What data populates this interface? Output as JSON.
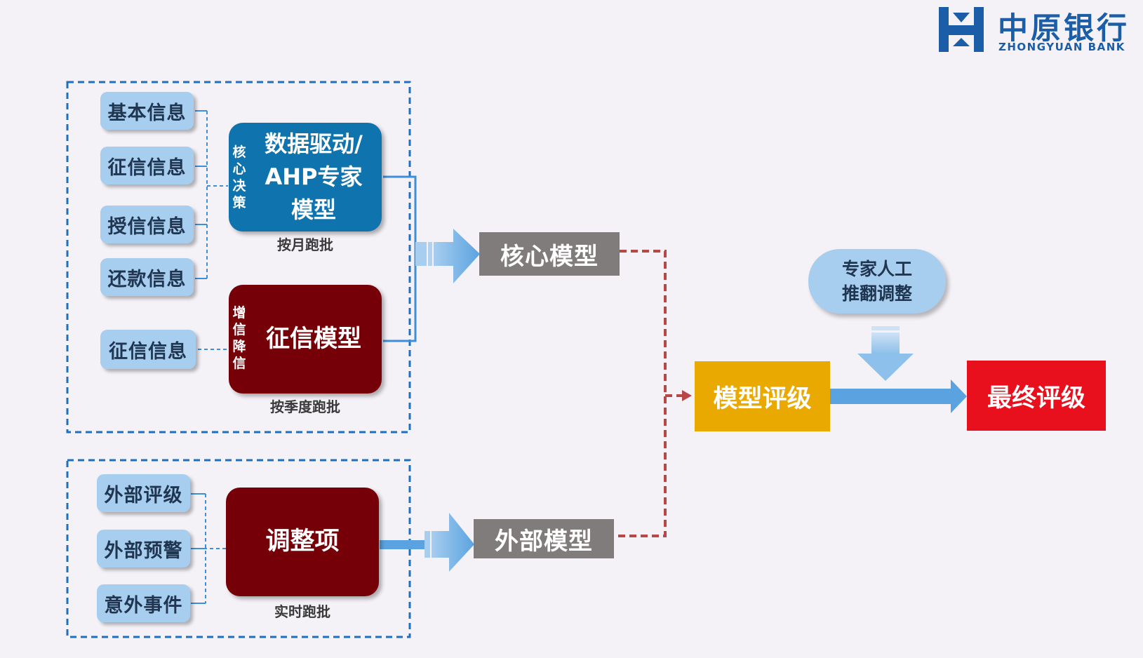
{
  "logo": {
    "name_cn": "中原银行",
    "name_en": "ZHONGYUAN BANK"
  },
  "colors": {
    "blue_model": "#0f73ad",
    "red_model": "#760008",
    "pill": "#a7cdef",
    "grey_box": "#7f7c7b",
    "orange": "#eaa900",
    "final": "#e8101c",
    "dashed_blue": "#1f6fc0",
    "dashed_red": "#b84848",
    "arrow_blue": "#5ba3e0"
  },
  "group1": {
    "inputs_top": [
      "基本信息",
      "征信信息",
      "授信信息",
      "还款信息"
    ],
    "input_bottom": "征信信息",
    "core_model": {
      "tag": "核心决策",
      "lines": [
        "数据驱动/",
        "AHP专家",
        "模型"
      ],
      "note": "按月跑批"
    },
    "credit_model": {
      "tag": "增信降信",
      "title": "征信模型",
      "note": "按季度跑批"
    }
  },
  "group2": {
    "inputs": [
      "外部评级",
      "外部预警",
      "意外事件"
    ],
    "adjust": {
      "title": "调整项",
      "note": "实时跑批"
    }
  },
  "core_box": "核心模型",
  "external_box": "外部模型",
  "rating_box": "模型评级",
  "final_box": "最终评级",
  "expert_box": {
    "line1": "专家人工",
    "line2": "推翻调整"
  }
}
